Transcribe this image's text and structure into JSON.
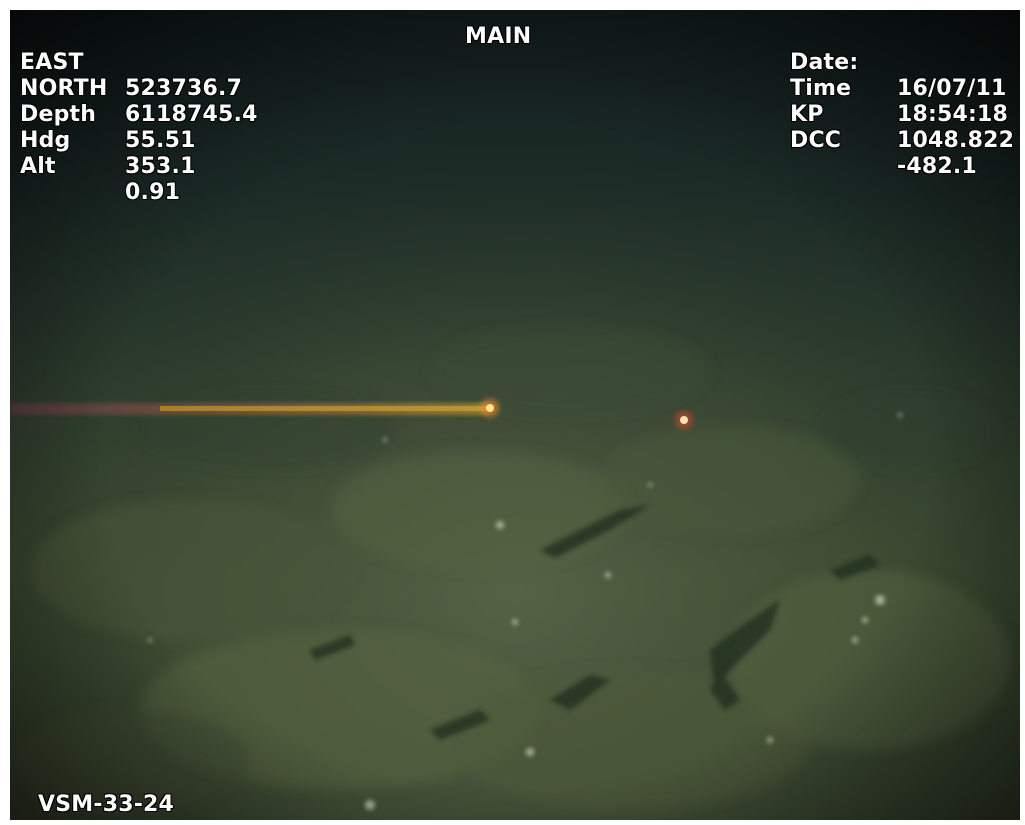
{
  "title": "MAIN",
  "left_panel": [
    {
      "label": "EAST",
      "value": "523736.7"
    },
    {
      "label": "NORTH",
      "value": "6118745.4"
    },
    {
      "label": "Depth",
      "value": "55.51"
    },
    {
      "label": "Hdg",
      "value": "353.1"
    },
    {
      "label": "Alt",
      "value": "0.91"
    }
  ],
  "right_panel": [
    {
      "label": "Date:",
      "value": "16/07/11"
    },
    {
      "label": "Time",
      "value": "18:54:18"
    },
    {
      "label": "KP",
      "value": "1048.822"
    },
    {
      "label": "DCC",
      "value": "-482.1"
    }
  ],
  "camera_id": "VSM-33-24",
  "colors": {
    "osd_text": "#ffffff",
    "water_top": "#17262a",
    "seabed": "#3d4a2e",
    "laser_line": "#d4a020",
    "laser_dot": "#ffd060"
  }
}
